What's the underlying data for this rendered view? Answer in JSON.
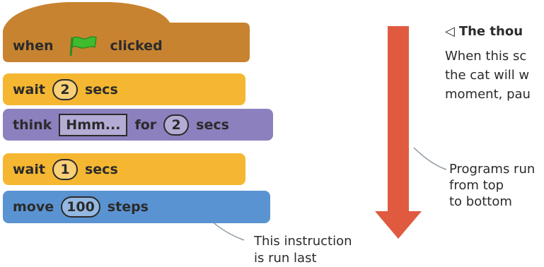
{
  "blocks": {
    "when": {
      "word1": "when",
      "word2": "clicked",
      "icon": "green-flag-icon",
      "color": "#c88330"
    },
    "wait1": {
      "word": "wait",
      "value": "2",
      "unit": "secs",
      "color": "#f5b731"
    },
    "think": {
      "word": "think",
      "text": "Hmm...",
      "for": "for",
      "value": "2",
      "unit": "secs",
      "color": "#8d80be"
    },
    "wait2": {
      "word": "wait",
      "value": "1",
      "unit": "secs",
      "color": "#f5b731"
    },
    "move": {
      "word": "move",
      "value": "100",
      "unit": "steps",
      "color": "#5a93d1"
    }
  },
  "annotations": {
    "run_last": [
      "This instruction",
      "is run last"
    ],
    "top_to_bottom": [
      "Programs run",
      "from top",
      "to bottom"
    ]
  },
  "caption": {
    "marker": "◁",
    "title": "The thou",
    "lines": [
      "When this sc",
      "the cat will w",
      "moment, pau"
    ]
  },
  "colors": {
    "arrow": "#e05a3f",
    "callout_line": "#8a9aa2",
    "text": "#2b2b2b"
  }
}
